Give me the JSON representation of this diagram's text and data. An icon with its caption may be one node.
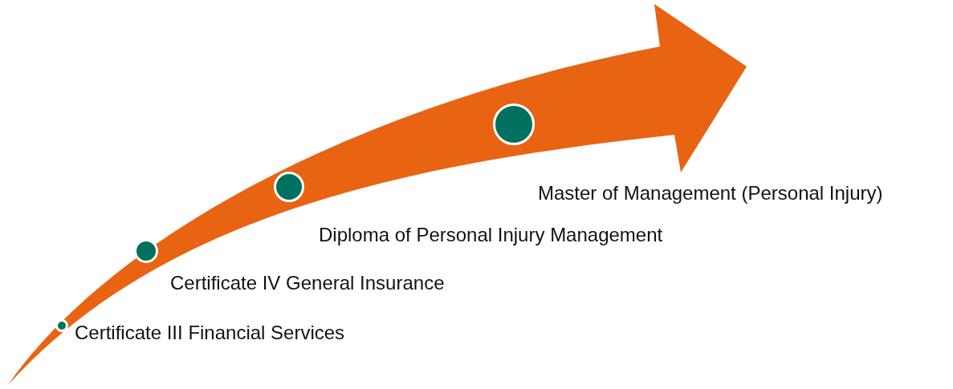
{
  "diagram": {
    "nodes": [
      {
        "text": [],
        "shape": "circle",
        "beside": [
          "Certificate III Financial Services"
        ]
      },
      {
        "text": [],
        "shape": "circle",
        "beside": [
          "Certificate IV General Insurance"
        ]
      },
      {
        "text": [],
        "shape": "circle",
        "beside": [
          "Diploma of Personal Injury Management"
        ]
      },
      {
        "text": [],
        "shape": "circle",
        "beside": [
          "Master of Management (Personal Injury)"
        ]
      }
    ]
  }
}
